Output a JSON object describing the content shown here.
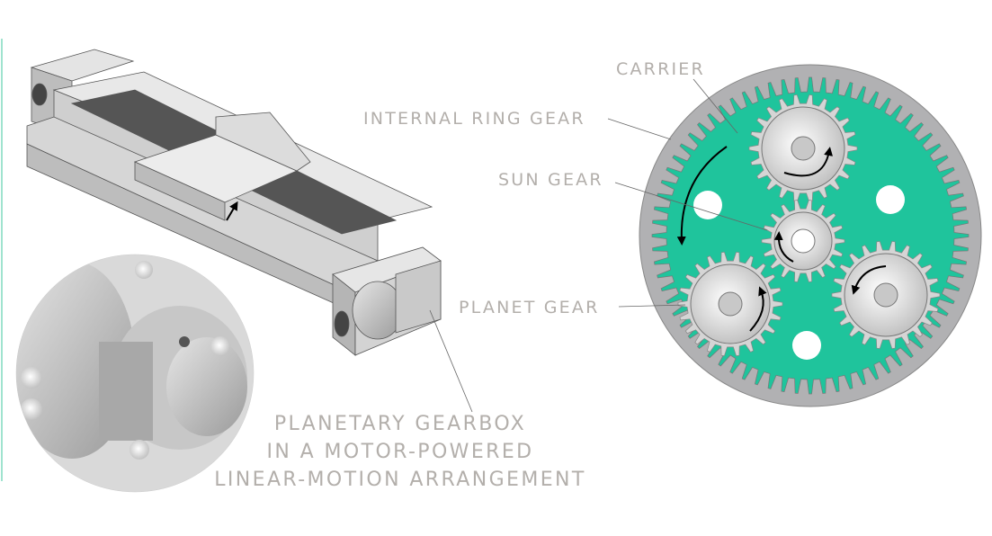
{
  "labels": {
    "carrier": "CARRIER",
    "ring_gear": "INTERNAL RING GEAR",
    "sun_gear": "SUN GEAR",
    "planet_gear": "PLANET GEAR"
  },
  "caption": {
    "line1": "PLANETARY GEARBOX",
    "line2": "IN A MOTOR-POWERED",
    "line3": "LINEAR-MOTION ARRANGEMENT"
  },
  "colors": {
    "carrier": "#1fc49c",
    "ring": "#b1b1b3",
    "gear": "#dcdcdc",
    "label": "#b3afab",
    "accent_edge": "#9fe3cf"
  }
}
